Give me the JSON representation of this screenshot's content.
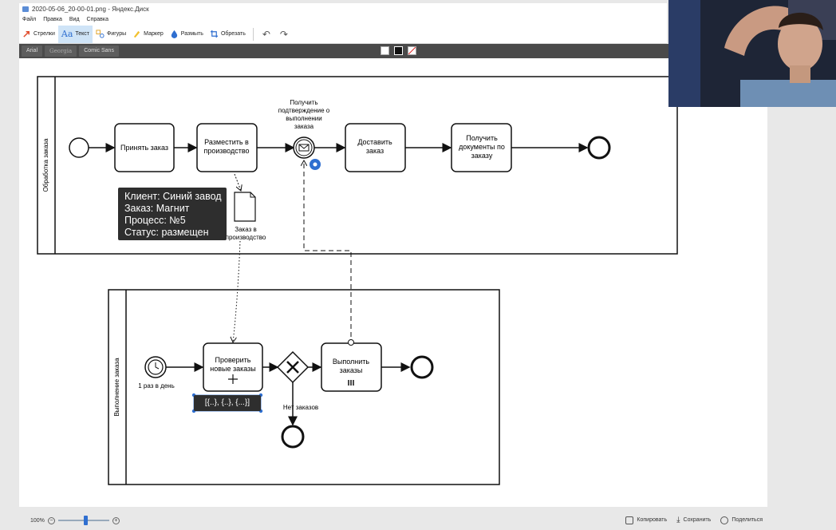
{
  "window": {
    "title": "2020-05-06_20-00-01.png - Яндекс.Диск"
  },
  "menu": [
    "Файл",
    "Правка",
    "Вид",
    "Справка"
  ],
  "toolbar": {
    "tools": [
      {
        "label": "Стрелки",
        "icon": "arrow-icon"
      },
      {
        "label": "Текст",
        "icon": "text-icon",
        "active": true
      },
      {
        "label": "Фигуры",
        "icon": "shapes-icon"
      },
      {
        "label": "Маркер",
        "icon": "marker-icon"
      },
      {
        "label": "Размыть",
        "icon": "blur-icon"
      },
      {
        "label": "Обрезать",
        "icon": "crop-icon"
      }
    ]
  },
  "fonts": [
    "Arial",
    "Georgia",
    "Comic Sans"
  ],
  "diagram": {
    "pool1": {
      "label": "Обработка заказа",
      "tasks": [
        "Принять заказ",
        "Разместить в производство",
        "Доставить заказ",
        "Получить документы по заказу"
      ],
      "message_event": "Получить подтверждение о выполнении заказа",
      "data_object": "Заказ в производство"
    },
    "pool2": {
      "label": "Выполнение заказа",
      "timer_label": "1 раз в день",
      "tasks": [
        "Проверить новые заказы",
        "Выполнить заказы"
      ],
      "gateway_flow": "Нет заказов",
      "collection": "[{..}, {..}, {...}]"
    },
    "note": [
      "Клиент: Синий завод",
      "Заказ: Магнит",
      "Процесс: №5",
      "Статус: размещен"
    ]
  },
  "statusbar": {
    "zoom": "100%",
    "copy": "Копировать",
    "save": "Сохранить",
    "share": "Поделиться"
  },
  "colors": {
    "accent": "#2f6fd0",
    "toolbar_dark": "#4a4a4a",
    "note_bg": "#2e2e2e"
  }
}
